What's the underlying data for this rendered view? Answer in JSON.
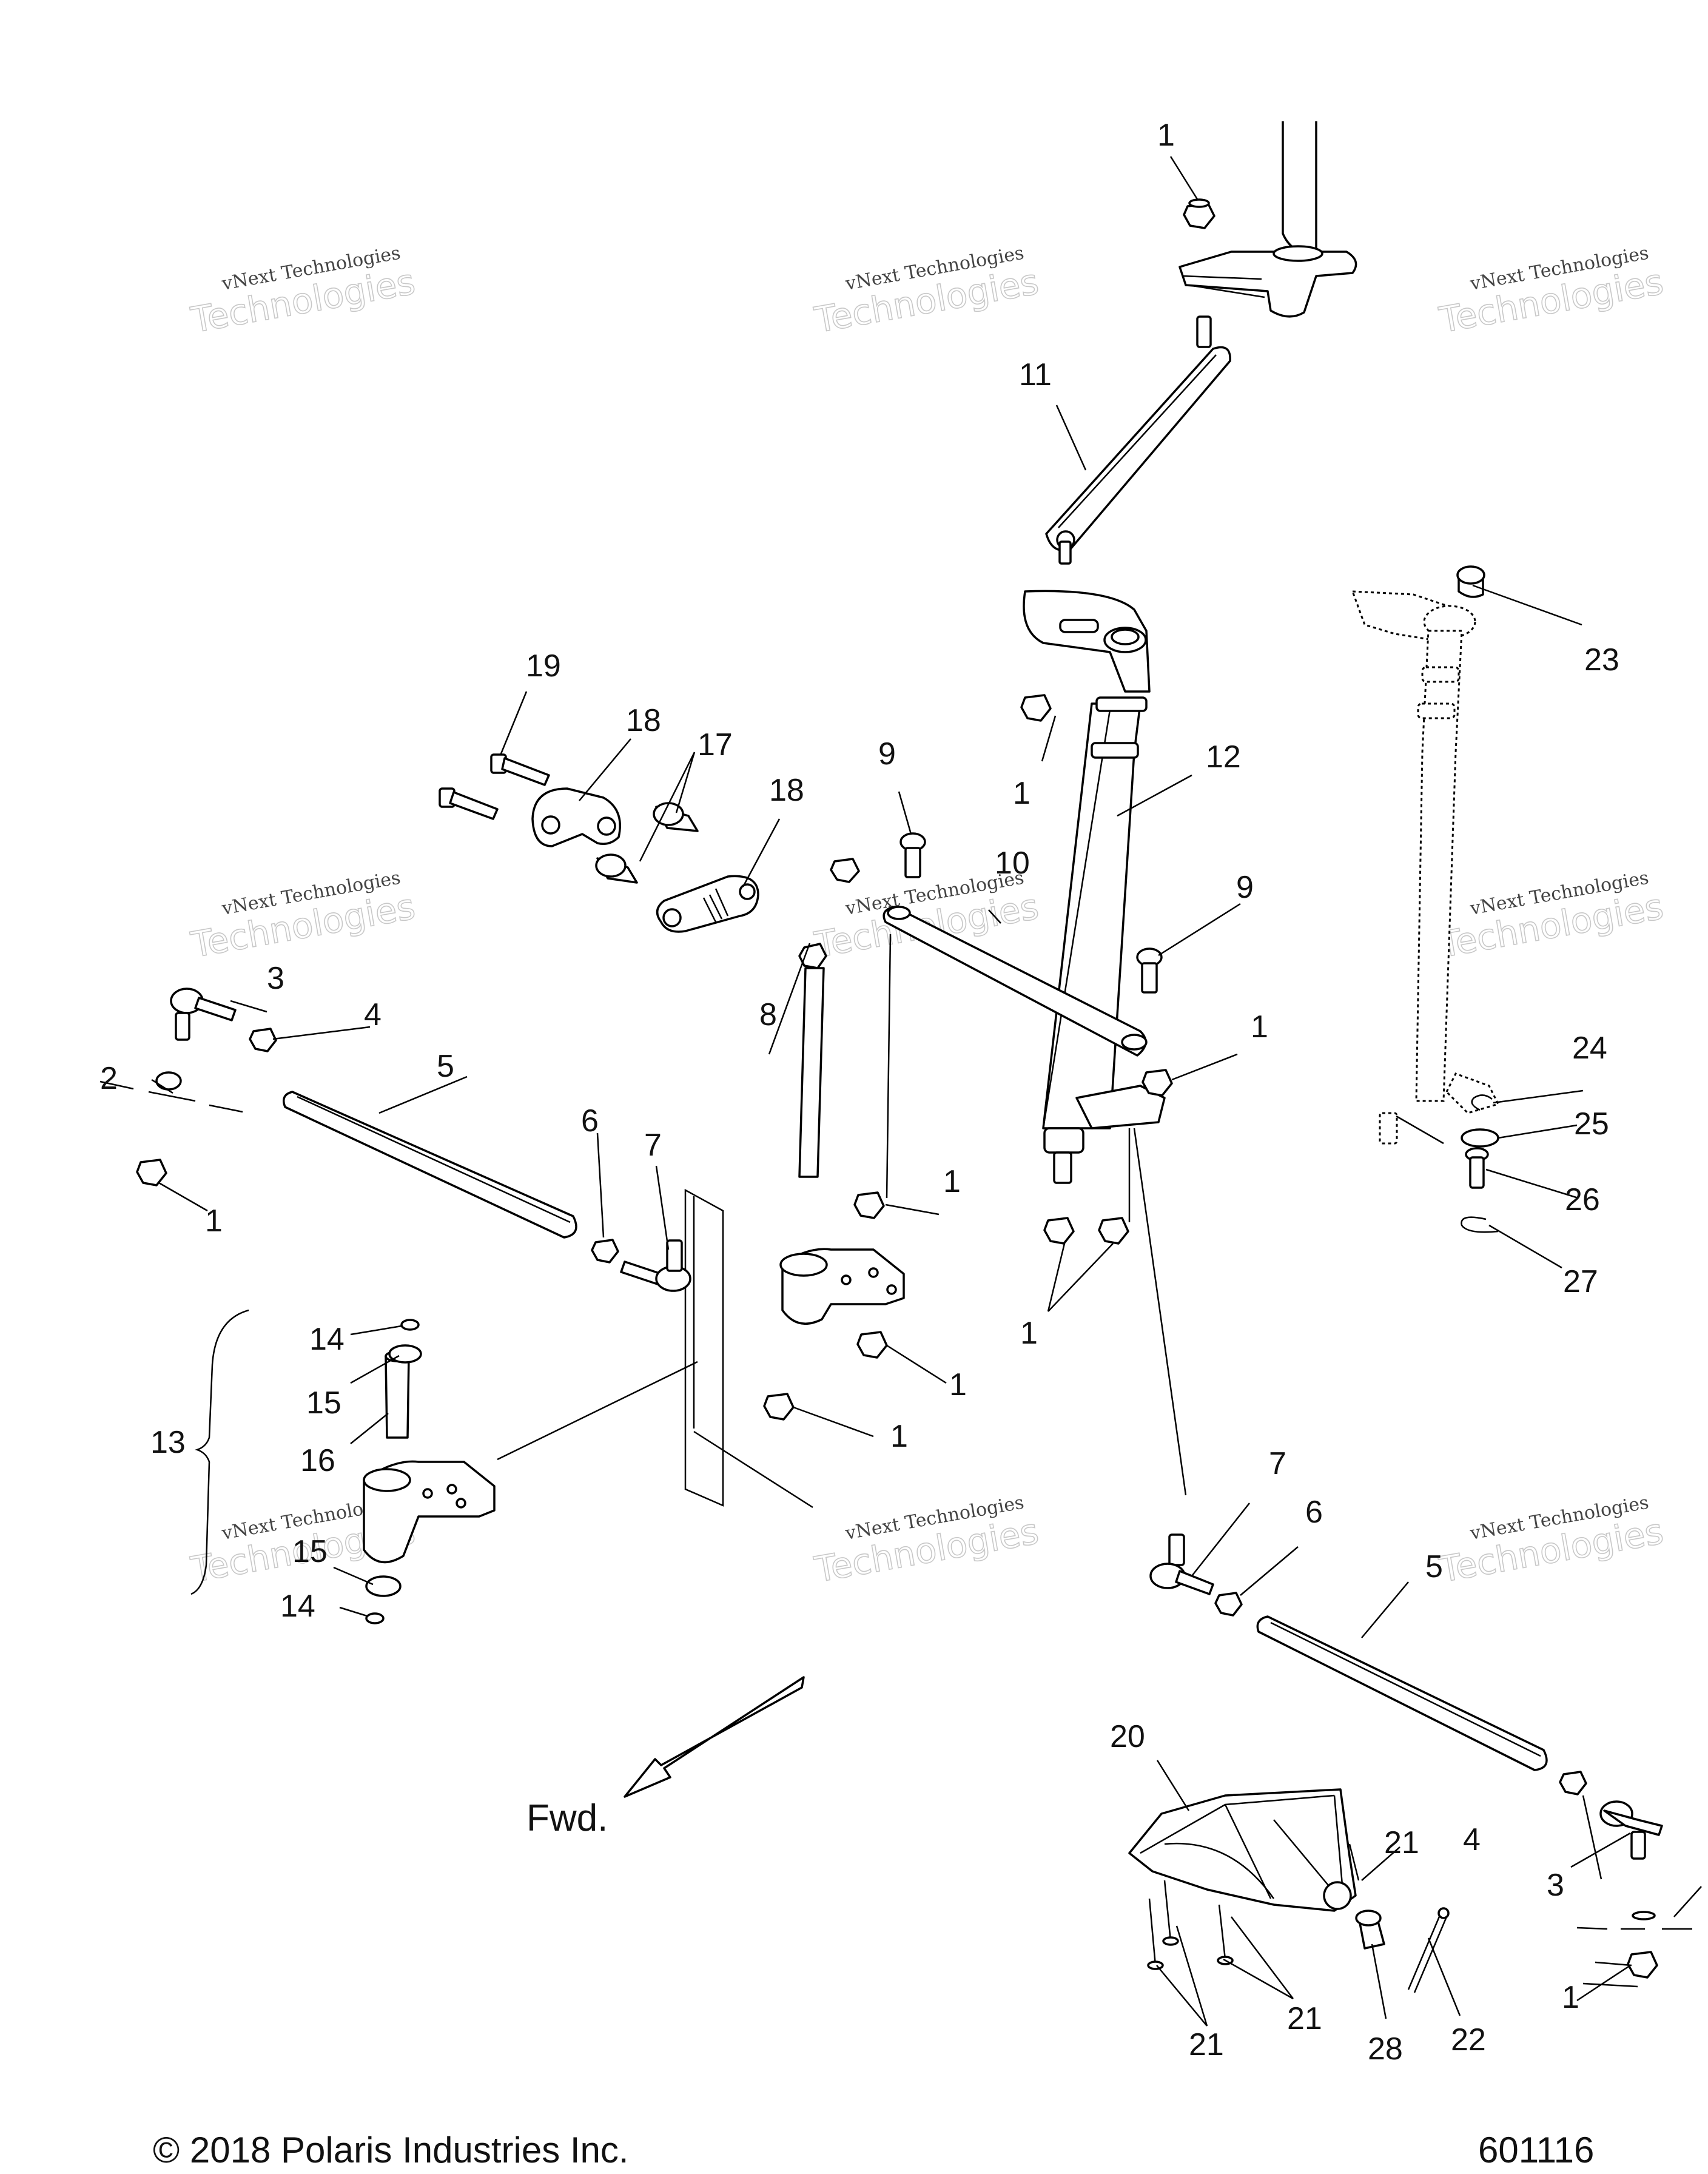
{
  "callouts": [
    "1",
    "1",
    "1",
    "1",
    "1",
    "1",
    "1",
    "1",
    "1",
    "2",
    "3",
    "3",
    "4",
    "4",
    "5",
    "5",
    "6",
    "6",
    "7",
    "7",
    "8",
    "9",
    "9",
    "10",
    "11",
    "12",
    "13",
    "14",
    "14",
    "15",
    "15",
    "16",
    "17",
    "18",
    "18",
    "19",
    "20",
    "21",
    "21",
    "21",
    "22",
    "23",
    "24",
    "25",
    "26",
    "27",
    "28"
  ],
  "forward_label": "Fwd.",
  "watermark": {
    "line1": "vNext Technologies",
    "line2": "Technologies"
  },
  "footer": {
    "copyright": "© 2018 Polaris Industries Inc.",
    "drawing_number": "601116"
  }
}
